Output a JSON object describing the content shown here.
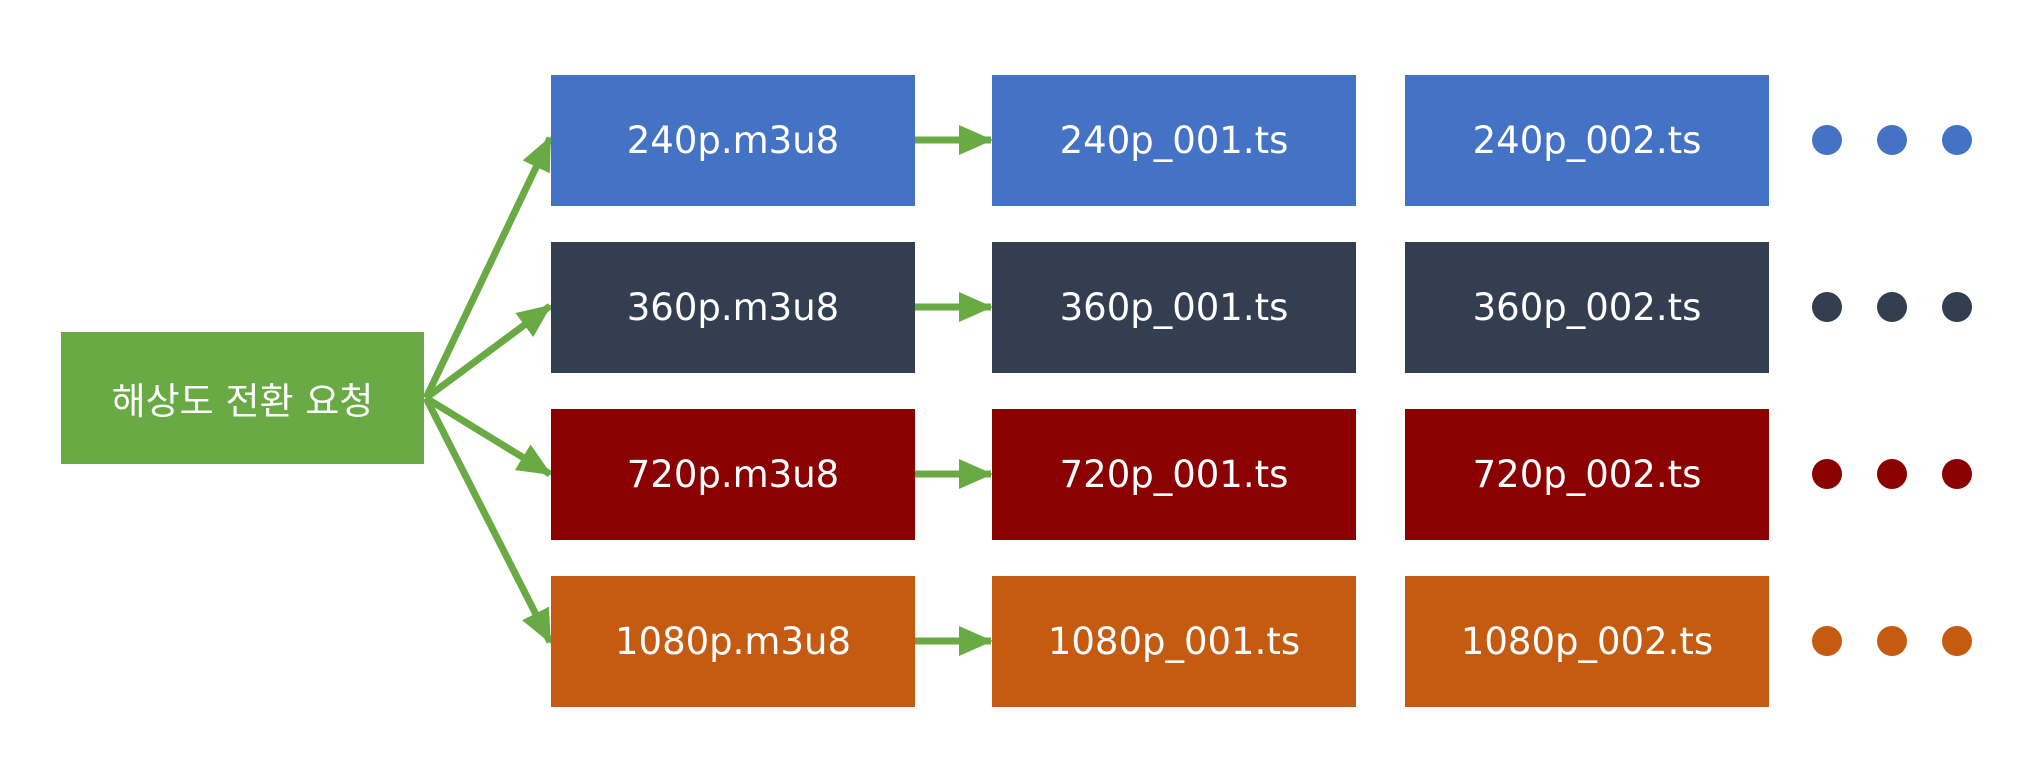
{
  "source": {
    "label": "해상도 전환 요청",
    "color": "#6aaa45"
  },
  "arrow_color": "#6aaa45",
  "rows": [
    {
      "playlist": "240p.m3u8",
      "segments": [
        "240p_001.ts",
        "240p_002.ts"
      ],
      "color": "#4472c4"
    },
    {
      "playlist": "360p.m3u8",
      "segments": [
        "360p_001.ts",
        "360p_002.ts"
      ],
      "color": "#333f50"
    },
    {
      "playlist": "720p.m3u8",
      "segments": [
        "720p_001.ts",
        "720p_002.ts"
      ],
      "color": "#8b0000"
    },
    {
      "playlist": "1080p.m3u8",
      "segments": [
        "1080p_001.ts",
        "1080p_002.ts"
      ],
      "color": "#c55a11"
    }
  ]
}
